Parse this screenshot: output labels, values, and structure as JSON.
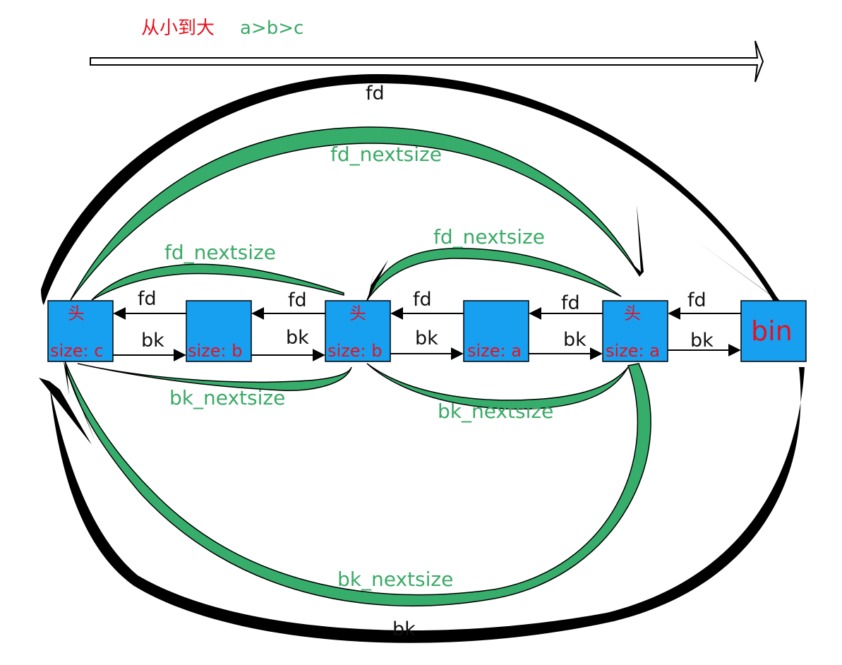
{
  "header": {
    "order_text": "从小到大",
    "order_relation": "a>b>c"
  },
  "colors": {
    "node_fill": "#18a0f0",
    "node_text": "#e8101e",
    "green": "#37ad6b",
    "black": "#000000"
  },
  "nodes": [
    {
      "id": "n1",
      "head": "头",
      "label": "size: c"
    },
    {
      "id": "n2",
      "head": "",
      "label": "size: b"
    },
    {
      "id": "n3",
      "head": "头",
      "label": "size: b"
    },
    {
      "id": "n4",
      "head": "",
      "label": "size: a"
    },
    {
      "id": "n5",
      "head": "头",
      "label": "size: a"
    },
    {
      "id": "bin",
      "head": "",
      "label": "bin"
    }
  ],
  "links": {
    "fd": "fd",
    "bk": "bk",
    "fd_nextsize": "fd_nextsize",
    "bk_nextsize": "bk_nextsize"
  }
}
